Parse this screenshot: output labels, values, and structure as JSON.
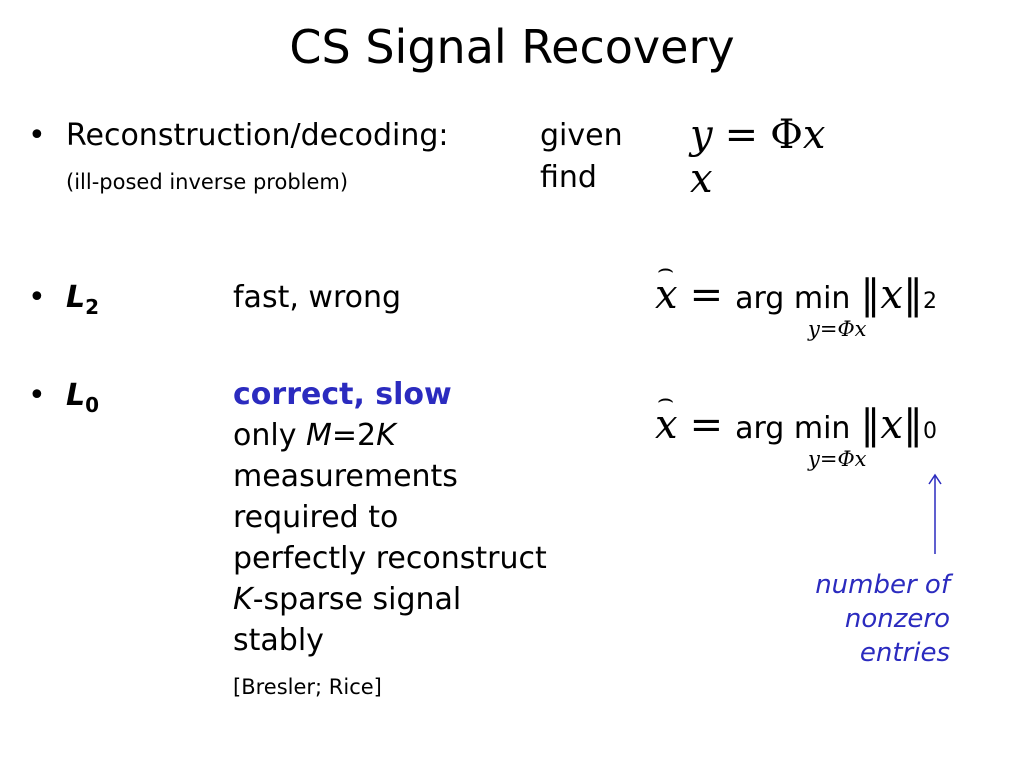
{
  "slide": {
    "title": "CS Signal Recovery"
  },
  "row1": {
    "bullet": "•",
    "label": "Reconstruction/decoding:",
    "sublabel": "(ill-posed inverse problem)",
    "given_word": "given",
    "find_word": "find",
    "given_eq": {
      "y": "y",
      "equals": "=",
      "Phi": "Φ",
      "x": "x"
    },
    "find_var": "x"
  },
  "row2": {
    "bullet": "•",
    "symbol": "L",
    "symbol_sub": "2",
    "desc": "fast, wrong",
    "eq": {
      "xhat": "x",
      "equals": "=",
      "argmin": "arg min",
      "norm_var": "x",
      "norm_sub": "2",
      "constraint": "y=Φx"
    }
  },
  "row3": {
    "bullet": "•",
    "symbol": "L",
    "symbol_sub": "0",
    "highlight": "correct, slow",
    "line_only": "only ",
    "M": "M",
    "eq2": "=2",
    "K": "K",
    "lines": [
      "measurements",
      "required to",
      "perfectly reconstruct"
    ],
    "K2": "K",
    "sparse": "-sparse signal",
    "stably": "stably",
    "citation": "[Bresler; Rice]",
    "eq": {
      "xhat": "x",
      "equals": "=",
      "argmin": "arg min",
      "norm_var": "x",
      "norm_sub": "0",
      "constraint": "y=Φx"
    },
    "annotation": [
      "number of",
      "nonzero",
      "entries"
    ]
  },
  "colors": {
    "accent": "#2b2bbf"
  }
}
